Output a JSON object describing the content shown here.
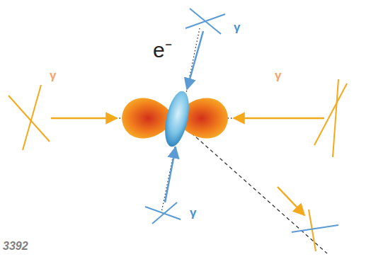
{
  "diagram": {
    "labels": [
      "e⁻",
      "γ",
      "γ",
      "γ",
      "γ",
      "3392"
    ]
  }
}
